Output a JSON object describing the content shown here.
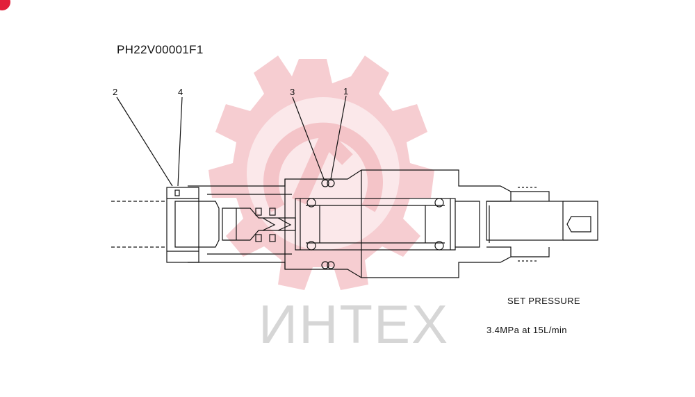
{
  "drawing": {
    "part_number": "PH22V00001F1",
    "callouts": [
      "2",
      "4",
      "3",
      "1"
    ]
  },
  "specs": {
    "set_pressure_label": "SET PRESSURE",
    "set_pressure_value": "3.4MPa at 15L/min"
  },
  "watermark": {
    "logo": "gear-logo",
    "word": "ИНТЕХ",
    "color": "#f2b8bd"
  },
  "colors": {
    "line": "#111111",
    "badge": "#e2203a"
  }
}
